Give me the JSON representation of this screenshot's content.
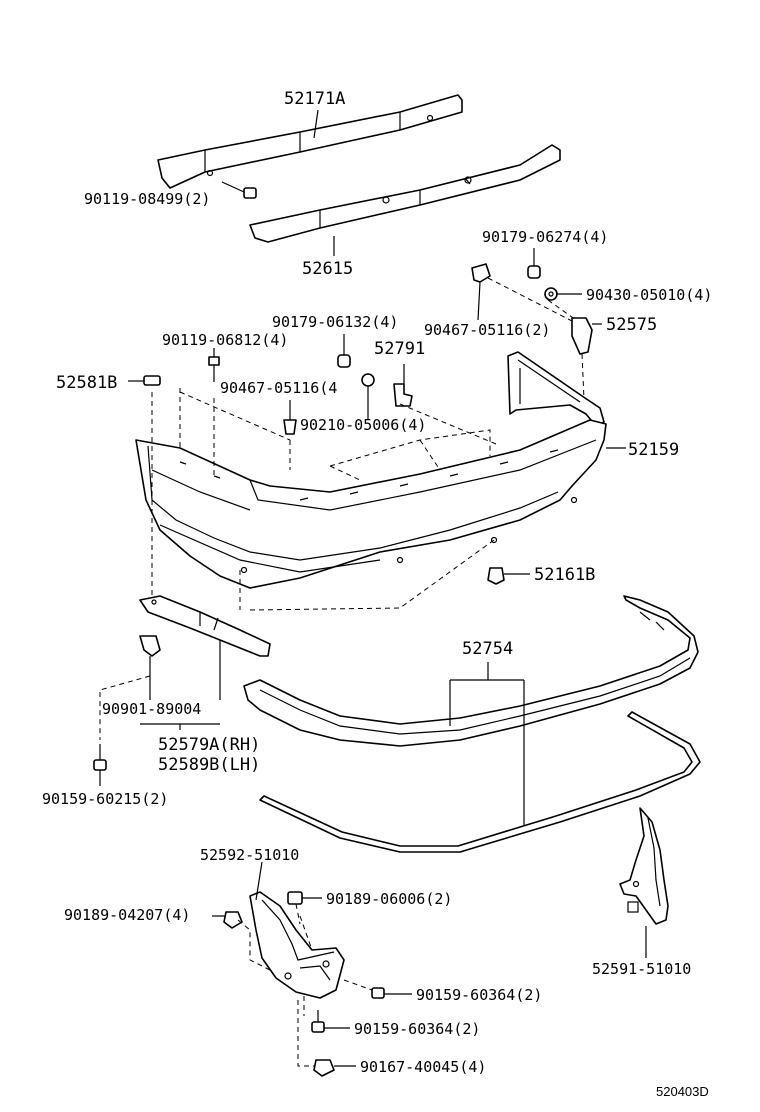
{
  "diagram_code": "520403D",
  "labels": {
    "p52171A": "52171A",
    "p90119_08499": "90119-08499(2)",
    "p52615": "52615",
    "p90179_06274": "90179-06274(4)",
    "p90430_05010": "90430-05010(4)",
    "p90467_05116a": "90467-05116(2)",
    "p52575": "52575",
    "p90179_06132": "90179-06132(4)",
    "p90119_06812": "90119-06812(4)",
    "p52791": "52791",
    "p52581B": "52581B",
    "p90467_05116b": "90467-05116(4",
    "p90210_05006": "90210-05006(4)",
    "p52159": "52159",
    "p52161B": "52161B",
    "p52754": "52754",
    "p90901_89004": "90901-89004",
    "p52579A": "52579A(RH)",
    "p52589B": "52589B(LH)",
    "p90159_60215": "90159-60215(2)",
    "p52592_51010": "52592-51010",
    "p90189_06006": "90189-06006(2)",
    "p90189_04207": "90189-04207(4)",
    "p52591_51010": "52591-51010",
    "p90159_60364a": "90159-60364(2)",
    "p90159_60364b": "90159-60364(2)",
    "p90167_40045": "90167-40045(4)"
  }
}
